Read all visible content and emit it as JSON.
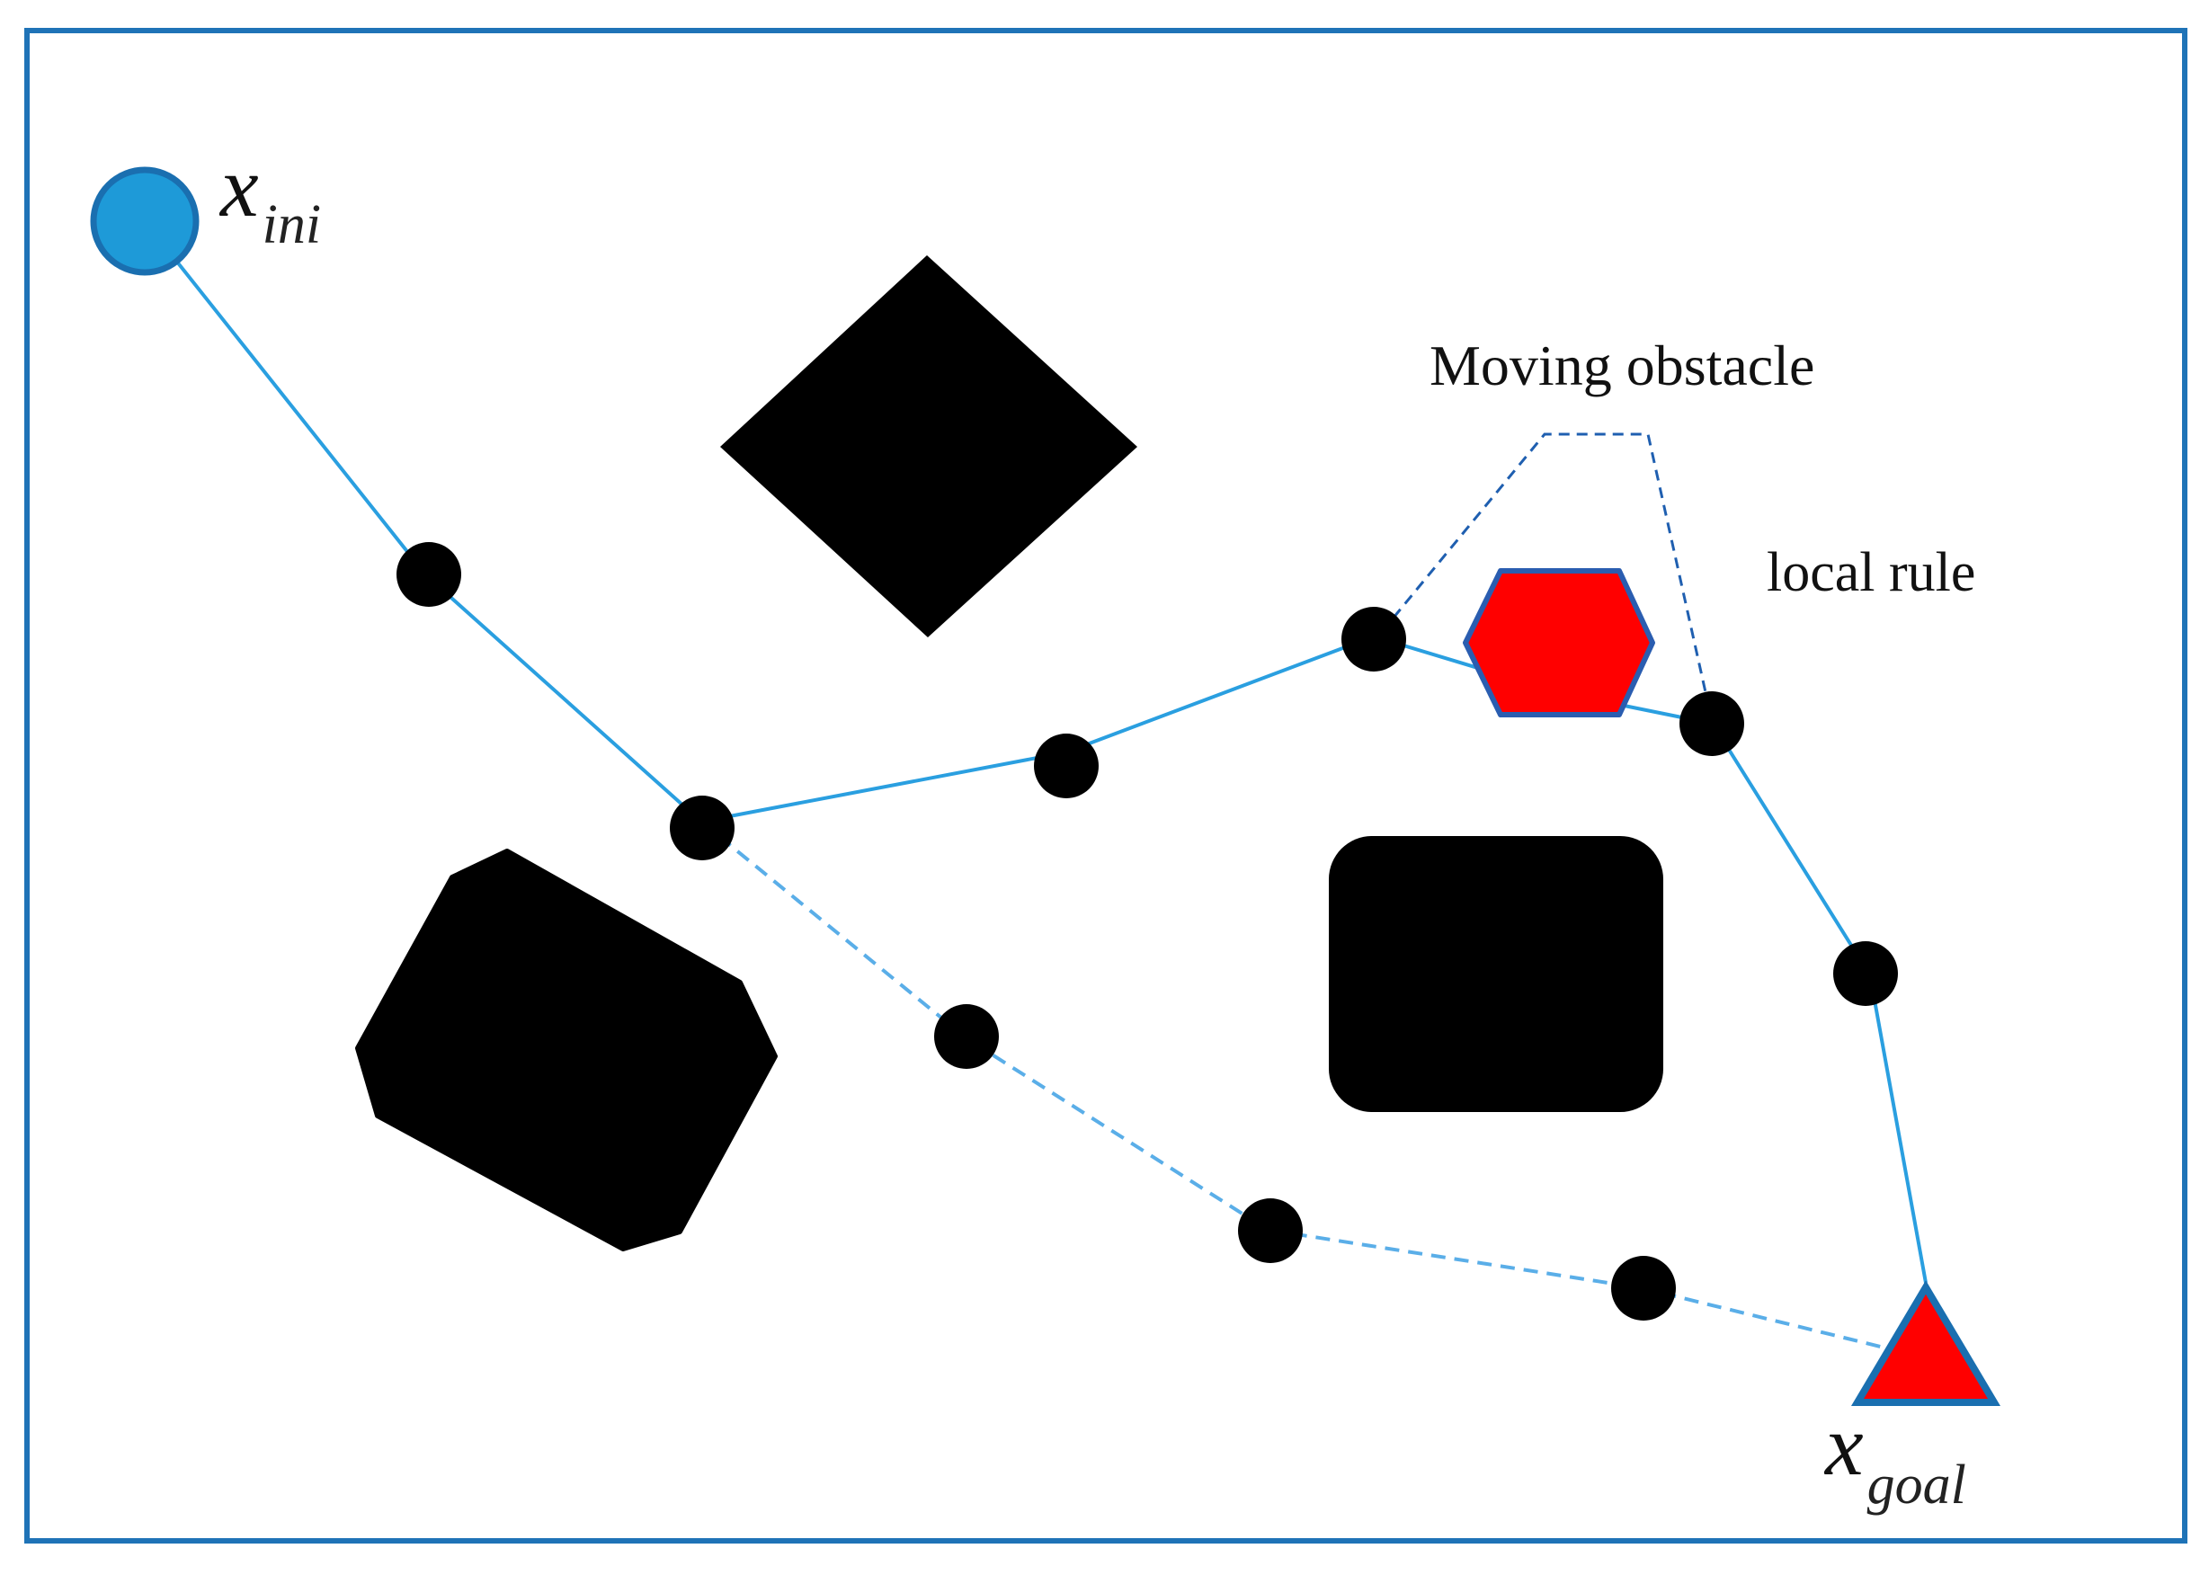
{
  "labels": {
    "start_main": "x",
    "start_sub": "ini",
    "goal_main": "x",
    "goal_sub": "goal",
    "moving_obstacle": "Moving obstacle",
    "local_rule": "local rule"
  },
  "colors": {
    "frame": "#1f73b7",
    "path_solid": "#2a9fe0",
    "path_dashed": "#5aaee8",
    "callout": "#1f5fb0",
    "start_fill": "#1e9ad8",
    "start_stroke": "#1a6fb0",
    "moving_fill": "#ff0000",
    "moving_stroke": "#2a5db0",
    "goal_fill": "#ff0000",
    "goal_stroke": "#1a6fb0",
    "obstacle": "#000000",
    "waypoint": "#000000"
  }
}
